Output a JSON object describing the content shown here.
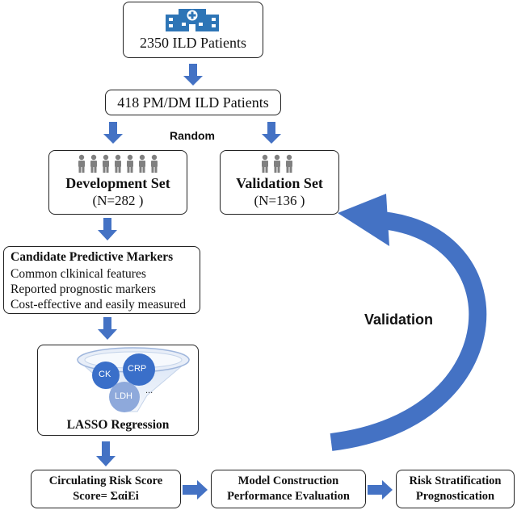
{
  "top": {
    "label": "2350 ILD Patients",
    "icon": "hospital-icon"
  },
  "filtered": {
    "label": "418 PM/DM ILD Patients"
  },
  "split": {
    "label": "Random"
  },
  "development": {
    "title": "Development Set",
    "count": "(N=282 )",
    "icon": "people-group-icon"
  },
  "validation_set": {
    "title": "Validation Set",
    "count": "(N=136 )",
    "icon": "people-group-icon"
  },
  "candidates": {
    "title": "Candidate Predictive Markers",
    "items": [
      "Common clkinical features",
      "Reported prognostic markers",
      "Cost-effective and easily measured"
    ]
  },
  "lasso": {
    "title": "LASSO Regression",
    "markers": [
      "CK",
      "CRP",
      "LDH",
      "..."
    ]
  },
  "score": {
    "line1": "Circulating Risk Score",
    "line2": "Score= ΣαiEi"
  },
  "model": {
    "line1": "Model Construction",
    "line2": "Performance Evaluation"
  },
  "risk": {
    "line1": "Risk Stratification",
    "line2": "Prognostication"
  },
  "cycle": {
    "label": "Validation"
  },
  "colors": {
    "arrow": "#4472C4",
    "people": "#808080",
    "hospital": "#2E75B6",
    "marker_dark": "#3A6FC9",
    "marker_light": "#8EA9DB"
  }
}
